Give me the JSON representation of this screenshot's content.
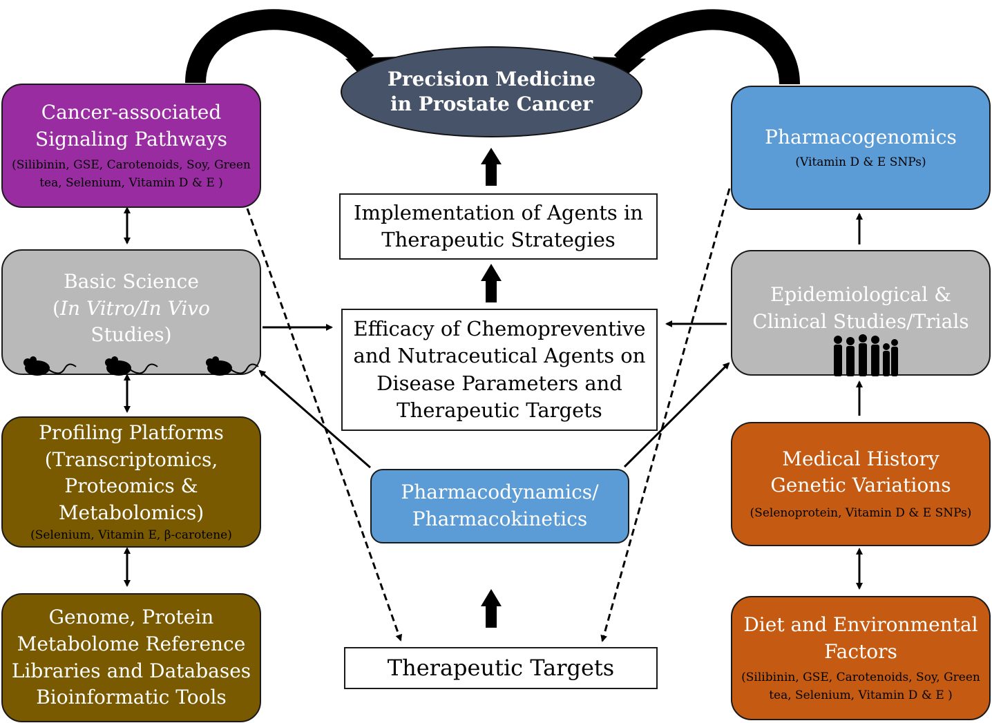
{
  "colors": {
    "purple": "#992CA1",
    "gray": "#B9B9B9",
    "olive": "#7A5A00",
    "blue": "#5B9BD6",
    "orange": "#C55A12",
    "navy": "#475368"
  },
  "goal": {
    "line1": "Precision Medicine",
    "line2": "in Prostate Cancer"
  },
  "left": {
    "signaling": {
      "line1": "Cancer-associated",
      "line2": "Signaling Pathways",
      "sub1": "(Silibinin, GSE, Carotenoids, Soy, Green",
      "sub2": "tea,  Selenium, Vitamin D & E )"
    },
    "basic": {
      "line1": "Basic Science",
      "open": "(",
      "italic_part": "In Vitro/In Vivo",
      "line3": "Studies)",
      "icon": "mouse-icon"
    },
    "profiling": {
      "line1": "Profiling Platforms",
      "line2": "(Transcriptomics,",
      "line3": "Proteomics &",
      "line4": "Metabolomics)",
      "sub": "(Selenium, Vitamin E, β-carotene)"
    },
    "genome": {
      "line1": "Genome, Protein",
      "line2": "Metabolome Reference",
      "line3": "Libraries and Databases",
      "line4": "Bioinformatic Tools"
    }
  },
  "center": {
    "implementation": {
      "line1": "Implementation of Agents in",
      "line2": "Therapeutic Strategies"
    },
    "efficacy": {
      "line1": "Efficacy of Chemopreventive",
      "line2": "and Nutraceutical Agents on",
      "line3": "Disease Parameters and",
      "line4": "Therapeutic Targets"
    },
    "pharmacodynamics": {
      "line1": "Pharmacodynamics/",
      "line2": "Pharmacokinetics"
    },
    "targets": {
      "label": "Therapeutic Targets"
    }
  },
  "right": {
    "pharmacogenomics": {
      "line1": "Pharmacogenomics",
      "sub": "(Vitamin D & E SNPs)"
    },
    "epidemiological": {
      "line1": "Epidemiological &",
      "line2": "Clinical Studies/Trials",
      "icon": "people-icon"
    },
    "medical": {
      "line1": "Medical History",
      "line2": "Genetic Variations",
      "sub": "(Selenoprotein, Vitamin D & E SNPs)"
    },
    "diet": {
      "line1": "Diet and Environmental",
      "line2": "Factors",
      "sub1": "(Silibinin, GSE, Carotenoids, Soy, Green",
      "sub2": "tea,  Selenium, Vitamin D & E )"
    }
  }
}
